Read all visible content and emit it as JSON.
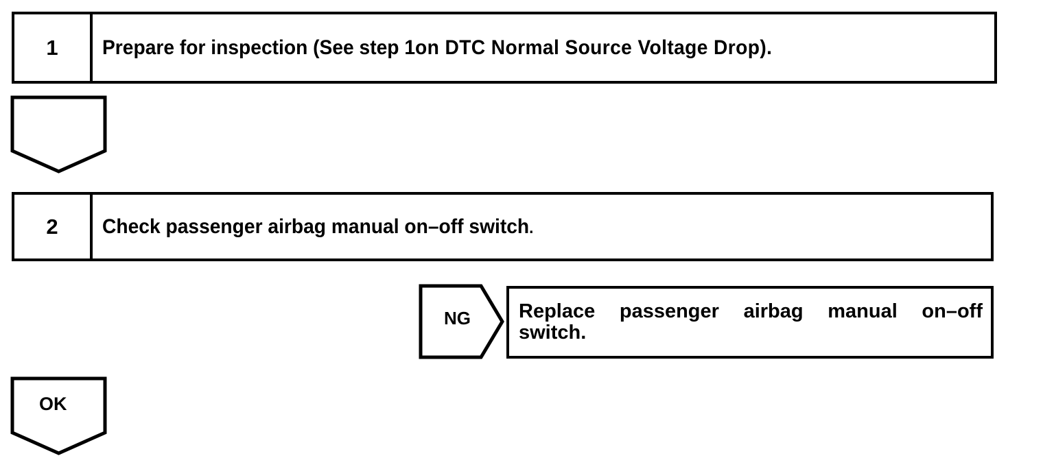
{
  "document": {
    "type": "diagnostic-troubleshooting-flowchart",
    "background_color": "#ffffff",
    "line_color": "#000000"
  },
  "steps": [
    {
      "number": "1",
      "text_plain": "Prepare for inspection (See step 1 on DTC Normal Source Voltage Drop).",
      "text_lead": "Prepare for inspection (See step 1",
      "text_emphasis": "on DTC Normal Source Voltage Drop)."
    },
    {
      "number": "2",
      "text_plain": "Check passenger airbag manual on–off switch.",
      "text_lead": "Check passenger airbag manual on–off switch",
      "text_period": "."
    }
  ],
  "connectors": [
    {
      "id": "connector-step1-to-step2",
      "shape": "pentagon-down",
      "label": ""
    },
    {
      "id": "connector-step2-ng",
      "shape": "pentagon-right",
      "label": "NG"
    },
    {
      "id": "connector-step2-ok",
      "shape": "pentagon-down",
      "label": "OK"
    }
  ],
  "actions": [
    {
      "id": "action-replace-switch",
      "branch": "NG",
      "line1": "Replace passenger airbag manual on–off",
      "line2": "switch.",
      "text_plain": "Replace passenger airbag manual on–off switch."
    }
  ]
}
